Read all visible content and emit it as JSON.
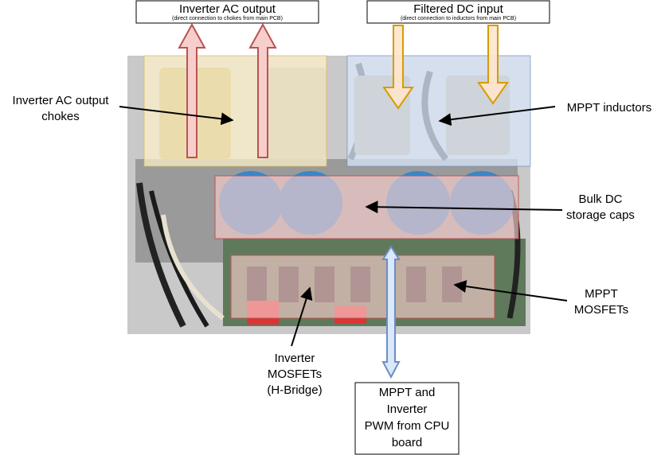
{
  "top_boxes": {
    "ac_output": {
      "title": "Inverter AC output",
      "subtitle": "(direct connection to chokes from main PCB)"
    },
    "dc_input": {
      "title": "Filtered DC input",
      "subtitle": "(direct connection to inductors from main PCB)"
    }
  },
  "labels": {
    "chokes": [
      "Inverter AC output",
      "chokes"
    ],
    "inductors": [
      "MPPT inductors"
    ],
    "caps": [
      "Bulk DC",
      "storage caps"
    ],
    "mppt_mosfets": [
      "MPPT",
      "MOSFETs"
    ],
    "inv_mosfets": [
      "Inverter",
      "MOSFETs",
      "(H-Bridge)"
    ]
  },
  "bottom_box": {
    "lines": [
      "MPPT and",
      "Inverter",
      "PWM from CPU",
      "board"
    ]
  },
  "colors": {
    "red_fill": "#f8cecc",
    "red_stroke": "#b85450",
    "yellow_fill": "#fff2cc",
    "yellow_stroke": "#d6b656",
    "blue_fill": "#dae8fc",
    "blue_stroke": "#6c8ebf",
    "orange_stroke": "#d79b00"
  }
}
